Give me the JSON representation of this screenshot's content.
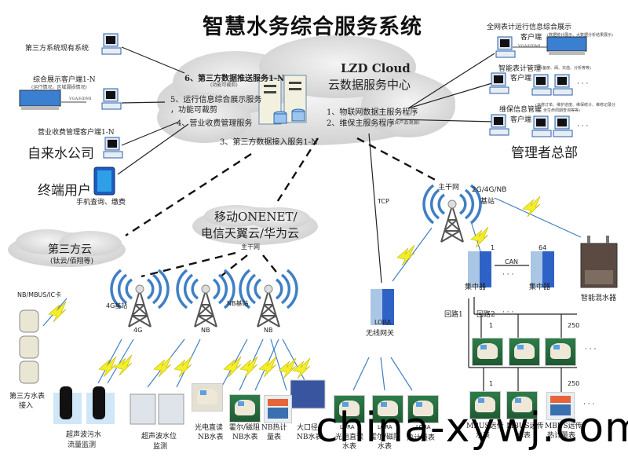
{
  "title": "智慧水务综合服务系统",
  "cloud_center": {
    "name": "LZD Cloud",
    "subtitle": "云数据服务中心",
    "services_left": [
      {
        "label": "6、第三方数据推送服务1-N",
        "note": "(功能可裁剪)"
      },
      {
        "label": "5、运行信息综合展示服务",
        "label2": "，功能可裁剪"
      },
      {
        "label": "4、营业收费管理服务"
      },
      {
        "label": "3、第三方数据接入服务1-N"
      }
    ],
    "services_right": [
      {
        "label": "1、物联网数据主服务程序"
      },
      {
        "label": "2、维保主服务程序",
        "note": "(含产品溯源)"
      }
    ]
  },
  "left_clients": {
    "third_party_system": "第三方系统现有系统",
    "display_client": "综合展示客户端1-N",
    "display_client_note": "(运行情况，区域漏损情况)",
    "hdmi_label": "VGA/HDMI",
    "billing_client": "营业收费管理客户端1-N",
    "water_company": "自来水公司",
    "end_user": "终端用户",
    "end_user_note": "手机查询、缴费"
  },
  "right_clients": {
    "overview_client": "全网表计运行信息综合展示",
    "overview_client2": "客户端",
    "overview_note": "(数据统计展示、大数据分析结果展示)",
    "hdmi_label": "VGA/HDMI",
    "meter_mgmt": "智能表计管理",
    "meter_mgmt_client": "客户端",
    "meter_mgmt_note": "(设备册、阀、充值、分析等等)",
    "maint_mgmt": "维保信息管理",
    "maint_mgmt_client": "客户端",
    "maint_mgmt_note": "(派修订单、维护进度、维保统计、维修记录分析、全生命周期查询等等)",
    "ellipsis": "· · ·",
    "hq": "管理者总部"
  },
  "networks": {
    "third_party_cloud": "第三方云",
    "third_party_cloud_note": "(钛云/佰翔等)",
    "carrier_cloud_line1": "移动ONENET/",
    "carrier_cloud_line2": "电信天翼云/华为云",
    "backbone": "主干网",
    "backbone_right": "主干网",
    "tcp": "TCP",
    "base_2g4gnb": "2G/4G/NB",
    "base_station": "基站",
    "base_4g": "4G基站",
    "base_nb": "NB基站",
    "tower_labels": [
      "4G",
      "NB",
      "NB"
    ],
    "nb_mbus_ic": "NB/MBUS/IC卡",
    "can": "CAN",
    "lora_gateway": "LORA",
    "lora_gateway2": "无线网关"
  },
  "concentrators": {
    "c1_index": "1",
    "c2_index": "64",
    "label": "集中器",
    "mixer": "智能混水器",
    "loop1": "回路1",
    "loop2": "回路2",
    "ellipsis": "· · ·",
    "start": "1",
    "end": "250"
  },
  "devices": {
    "third_party_meter": "第三方水表",
    "third_party_meter2": "接入",
    "ultra_sewage": "超声波污水",
    "ultra_sewage2": "流量监测",
    "ultra_level": "超声波水位",
    "ultra_level2": "监测",
    "nb_photo": "光电直读",
    "nb_photo2": "NB水表",
    "nb_hall": "霍尔/磁阻",
    "nb_hall2": "NB水表",
    "nb_heat": "NB热计",
    "nb_heat2": "量表",
    "nb_large": "大口径",
    "nb_large2": "NB水表",
    "lora_photo": "LORA",
    "lora_photo2": "光电直读",
    "lora_photo3": "水表",
    "lora_hall": "LORA",
    "lora_hall2": "霍尔/磁阻",
    "lora_hall3": "水表",
    "lora_heat": "LORA",
    "lora_heat2": "热计量表",
    "mbus1": "MBUS远传",
    "mbus1b": "水表",
    "mbus2": "MBUS远传",
    "mbus2b": "水表",
    "mbus3": "MBUS远传",
    "mbus3b": "热计量表"
  },
  "watermark": "china-xywj.com"
}
